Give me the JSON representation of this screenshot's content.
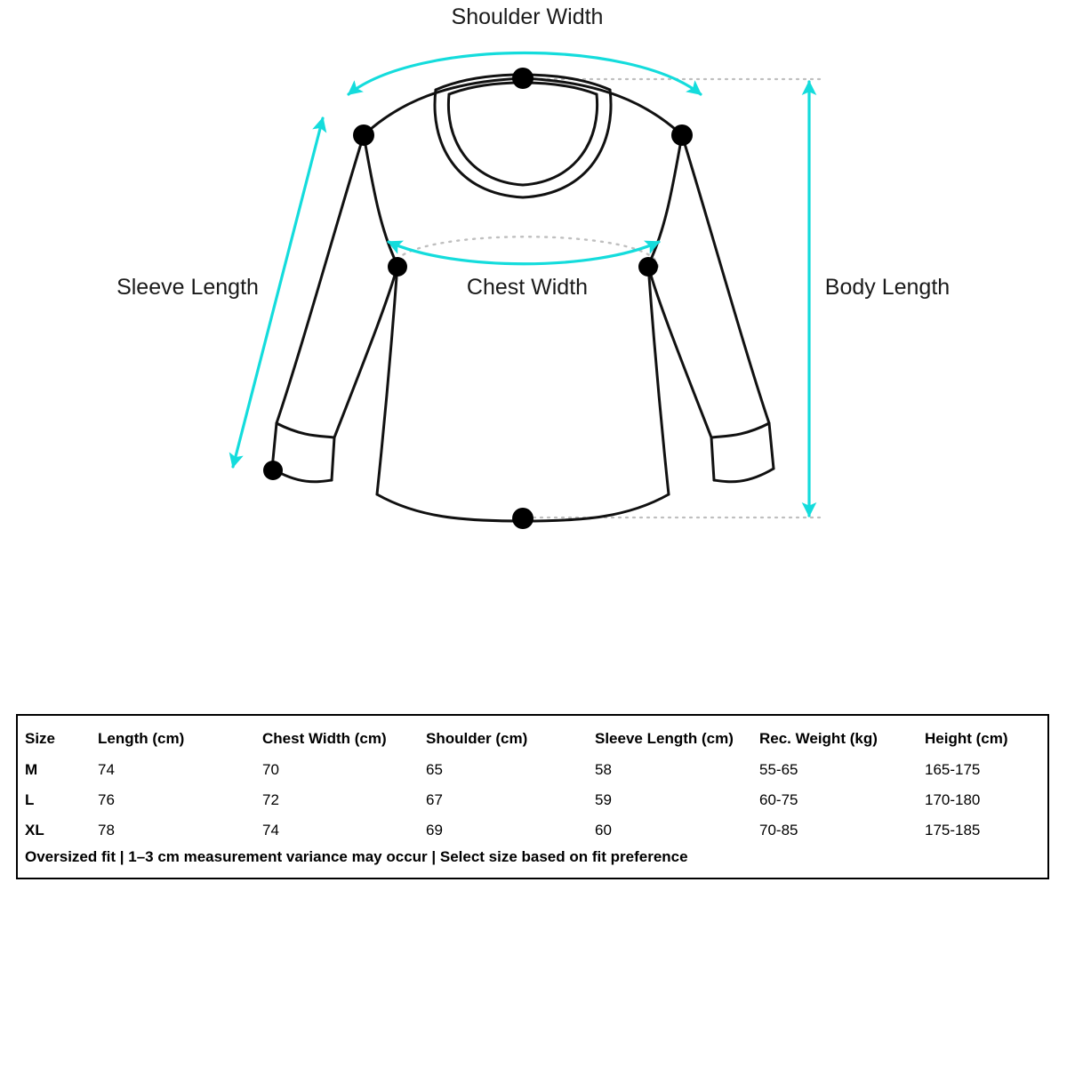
{
  "diagram": {
    "title_label": "Shoulder Width",
    "labels": {
      "shoulder_width": "Shoulder Width",
      "sleeve_length": "Sleeve Length",
      "chest_width": "Chest Width",
      "body_length": "Body Length"
    },
    "colors": {
      "accent": "#14dcdc",
      "outline": "#000000",
      "guide": "#bfbfbf",
      "marker": "#000000",
      "background": "#ffffff"
    },
    "measurement_points": 7,
    "garment": "crewneck sweatshirt"
  },
  "table": {
    "headers": [
      "Size",
      "Length (cm)",
      "Chest Width (cm)",
      "Shoulder (cm)",
      "Sleeve Length (cm)",
      "Rec. Weight (kg)",
      "Height (cm)"
    ],
    "rows": [
      {
        "size": "M",
        "length": "74",
        "chest": "70",
        "shoulder": "65",
        "sleeve": "58",
        "weight": "55-65",
        "height": "165-175"
      },
      {
        "size": "L",
        "length": "76",
        "chest": "72",
        "shoulder": "67",
        "sleeve": "59",
        "weight": "60-75",
        "height": "170-180"
      },
      {
        "size": "XL",
        "length": "78",
        "chest": "74",
        "shoulder": "69",
        "sleeve": "60",
        "weight": "70-85",
        "height": "175-185"
      }
    ],
    "note": "Oversized fit | 1–3 cm measurement variance may occur | Select size based on fit preference"
  }
}
